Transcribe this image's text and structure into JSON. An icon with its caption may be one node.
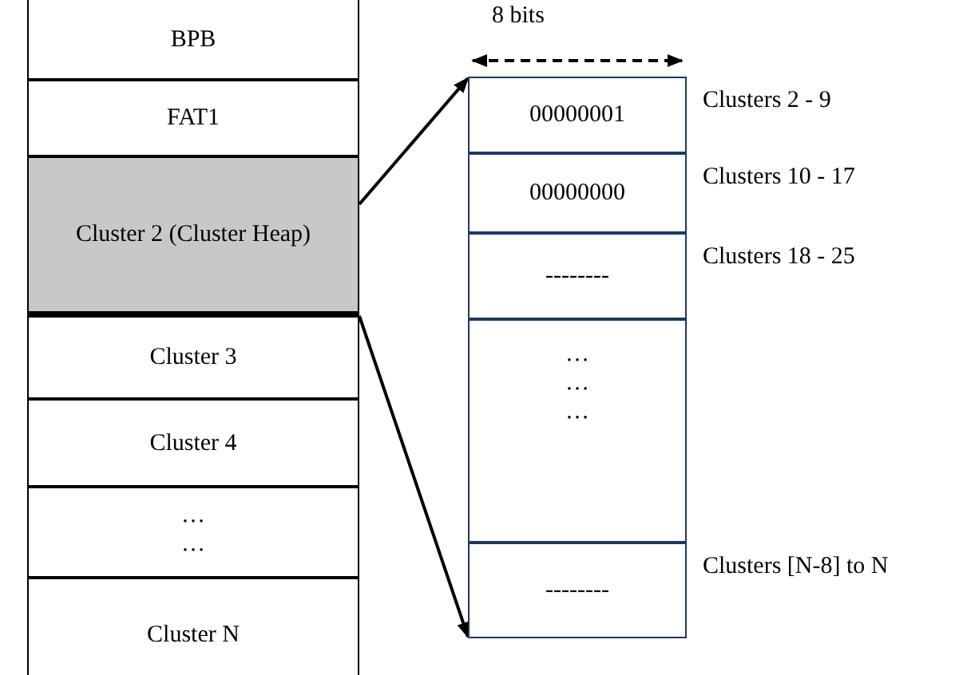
{
  "diagram": {
    "nodes": [
      {
        "text": [
          "BPB"
        ]
      },
      {
        "text": [
          "FAT1"
        ]
      },
      {
        "text": [
          "Cluster 2 (Cluster Heap)"
        ]
      },
      {
        "text": [
          "Cluster 3"
        ]
      },
      {
        "text": [
          "Cluster 4"
        ]
      },
      {
        "text": [
          "… …"
        ]
      },
      {
        "text": [
          "Cluster N"
        ]
      },
      {
        "text": [
          "00000001"
        ],
        "beside": [
          "Clusters 2 - 9"
        ]
      },
      {
        "text": [
          "00000000"
        ],
        "beside": [
          "Clusters 10 - 17"
        ]
      },
      {
        "text": [
          "--------"
        ],
        "beside": [
          "Clusters 18 - 25"
        ]
      },
      {
        "text": [
          "… … …"
        ]
      },
      {
        "text": [
          "--------"
        ],
        "beside": [
          "Clusters [N-8] to N"
        ]
      }
    ],
    "edges": [
      {
        "from": 2,
        "to": 7,
        "arrow": "to"
      },
      {
        "from": 2,
        "to": 11,
        "arrow": "to"
      }
    ],
    "labels": [
      "8 bits"
    ]
  }
}
